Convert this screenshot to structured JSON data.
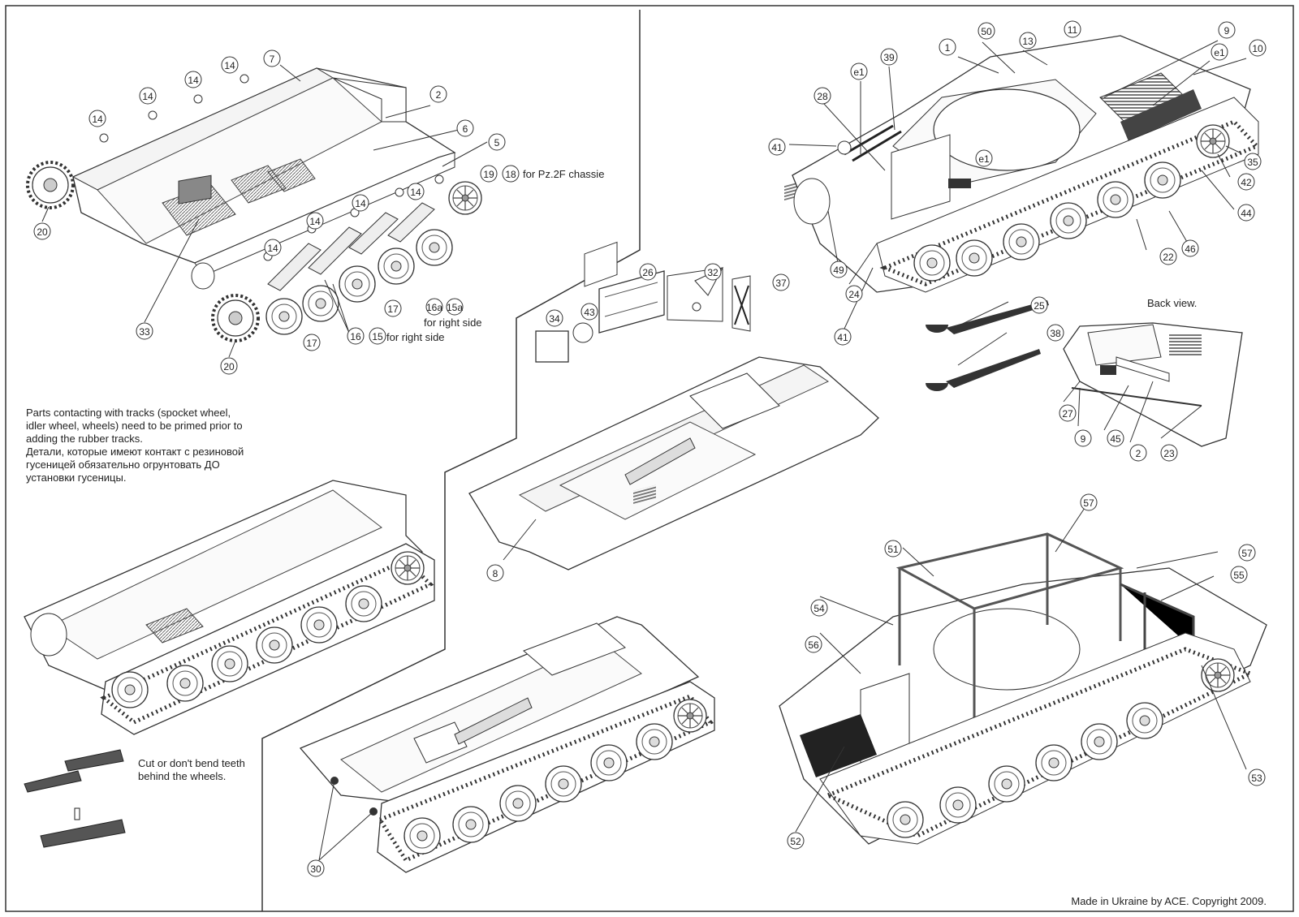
{
  "notes": {
    "parts_contact_en": "Parts contacting with tracks (spocket wheel,\nidler wheel, wheels) need to be primed prior to\nadding the rubber tracks.",
    "parts_contact_ru": "Детали, которые имеют контакт с резиновой\nгусеницей обязательно огрунтовать ДО\nустановки гусеницы.",
    "cut_teeth": "Cut or don't bend teeth\nbehind the wheels.",
    "pz2f_chassie": "for Pz.2F chassie",
    "right_side_16": "for right side",
    "right_side_15": "for right side",
    "back_view": "Back view."
  },
  "copyright": "Made in Ukraine by ACE. Copyright 2009.",
  "callouts": {
    "c14a": "14",
    "c14b": "14",
    "c14c": "14",
    "c14d": "14",
    "c14e": "14",
    "c14f": "14",
    "c14g": "14",
    "c14h": "14",
    "c14i": "14",
    "c7": "7",
    "c2": "2",
    "c6": "6",
    "c5": "5",
    "c19": "19",
    "c18": "18",
    "c20a": "20",
    "c20b": "20",
    "c33": "33",
    "c16": "16",
    "c15": "15",
    "c16a": "16a",
    "c15a": "15a",
    "c17a": "17",
    "c17b": "17",
    "c26": "26",
    "c32": "32",
    "c37": "37",
    "c34": "34",
    "c43": "43",
    "c8": "8",
    "c30": "30",
    "c50": "50",
    "c13": "13",
    "c11": "11",
    "c9a": "9",
    "c10": "10",
    "c1": "1",
    "c39": "39",
    "ce1a": "e1",
    "ce1b": "e1",
    "ce1c": "e1",
    "c28": "28",
    "c41a": "41",
    "c41b": "41",
    "c35": "35",
    "c42": "42",
    "c44": "44",
    "c49": "49",
    "c24": "24",
    "c22": "22",
    "c46": "46",
    "c25": "25",
    "c38": "38",
    "c27": "27",
    "c9b": "9",
    "c45": "45",
    "c2b": "2",
    "c23": "23",
    "c57a": "57",
    "c57b": "57",
    "c51": "51",
    "c55": "55",
    "c54": "54",
    "c56": "56",
    "c53": "53",
    "c52": "52"
  }
}
